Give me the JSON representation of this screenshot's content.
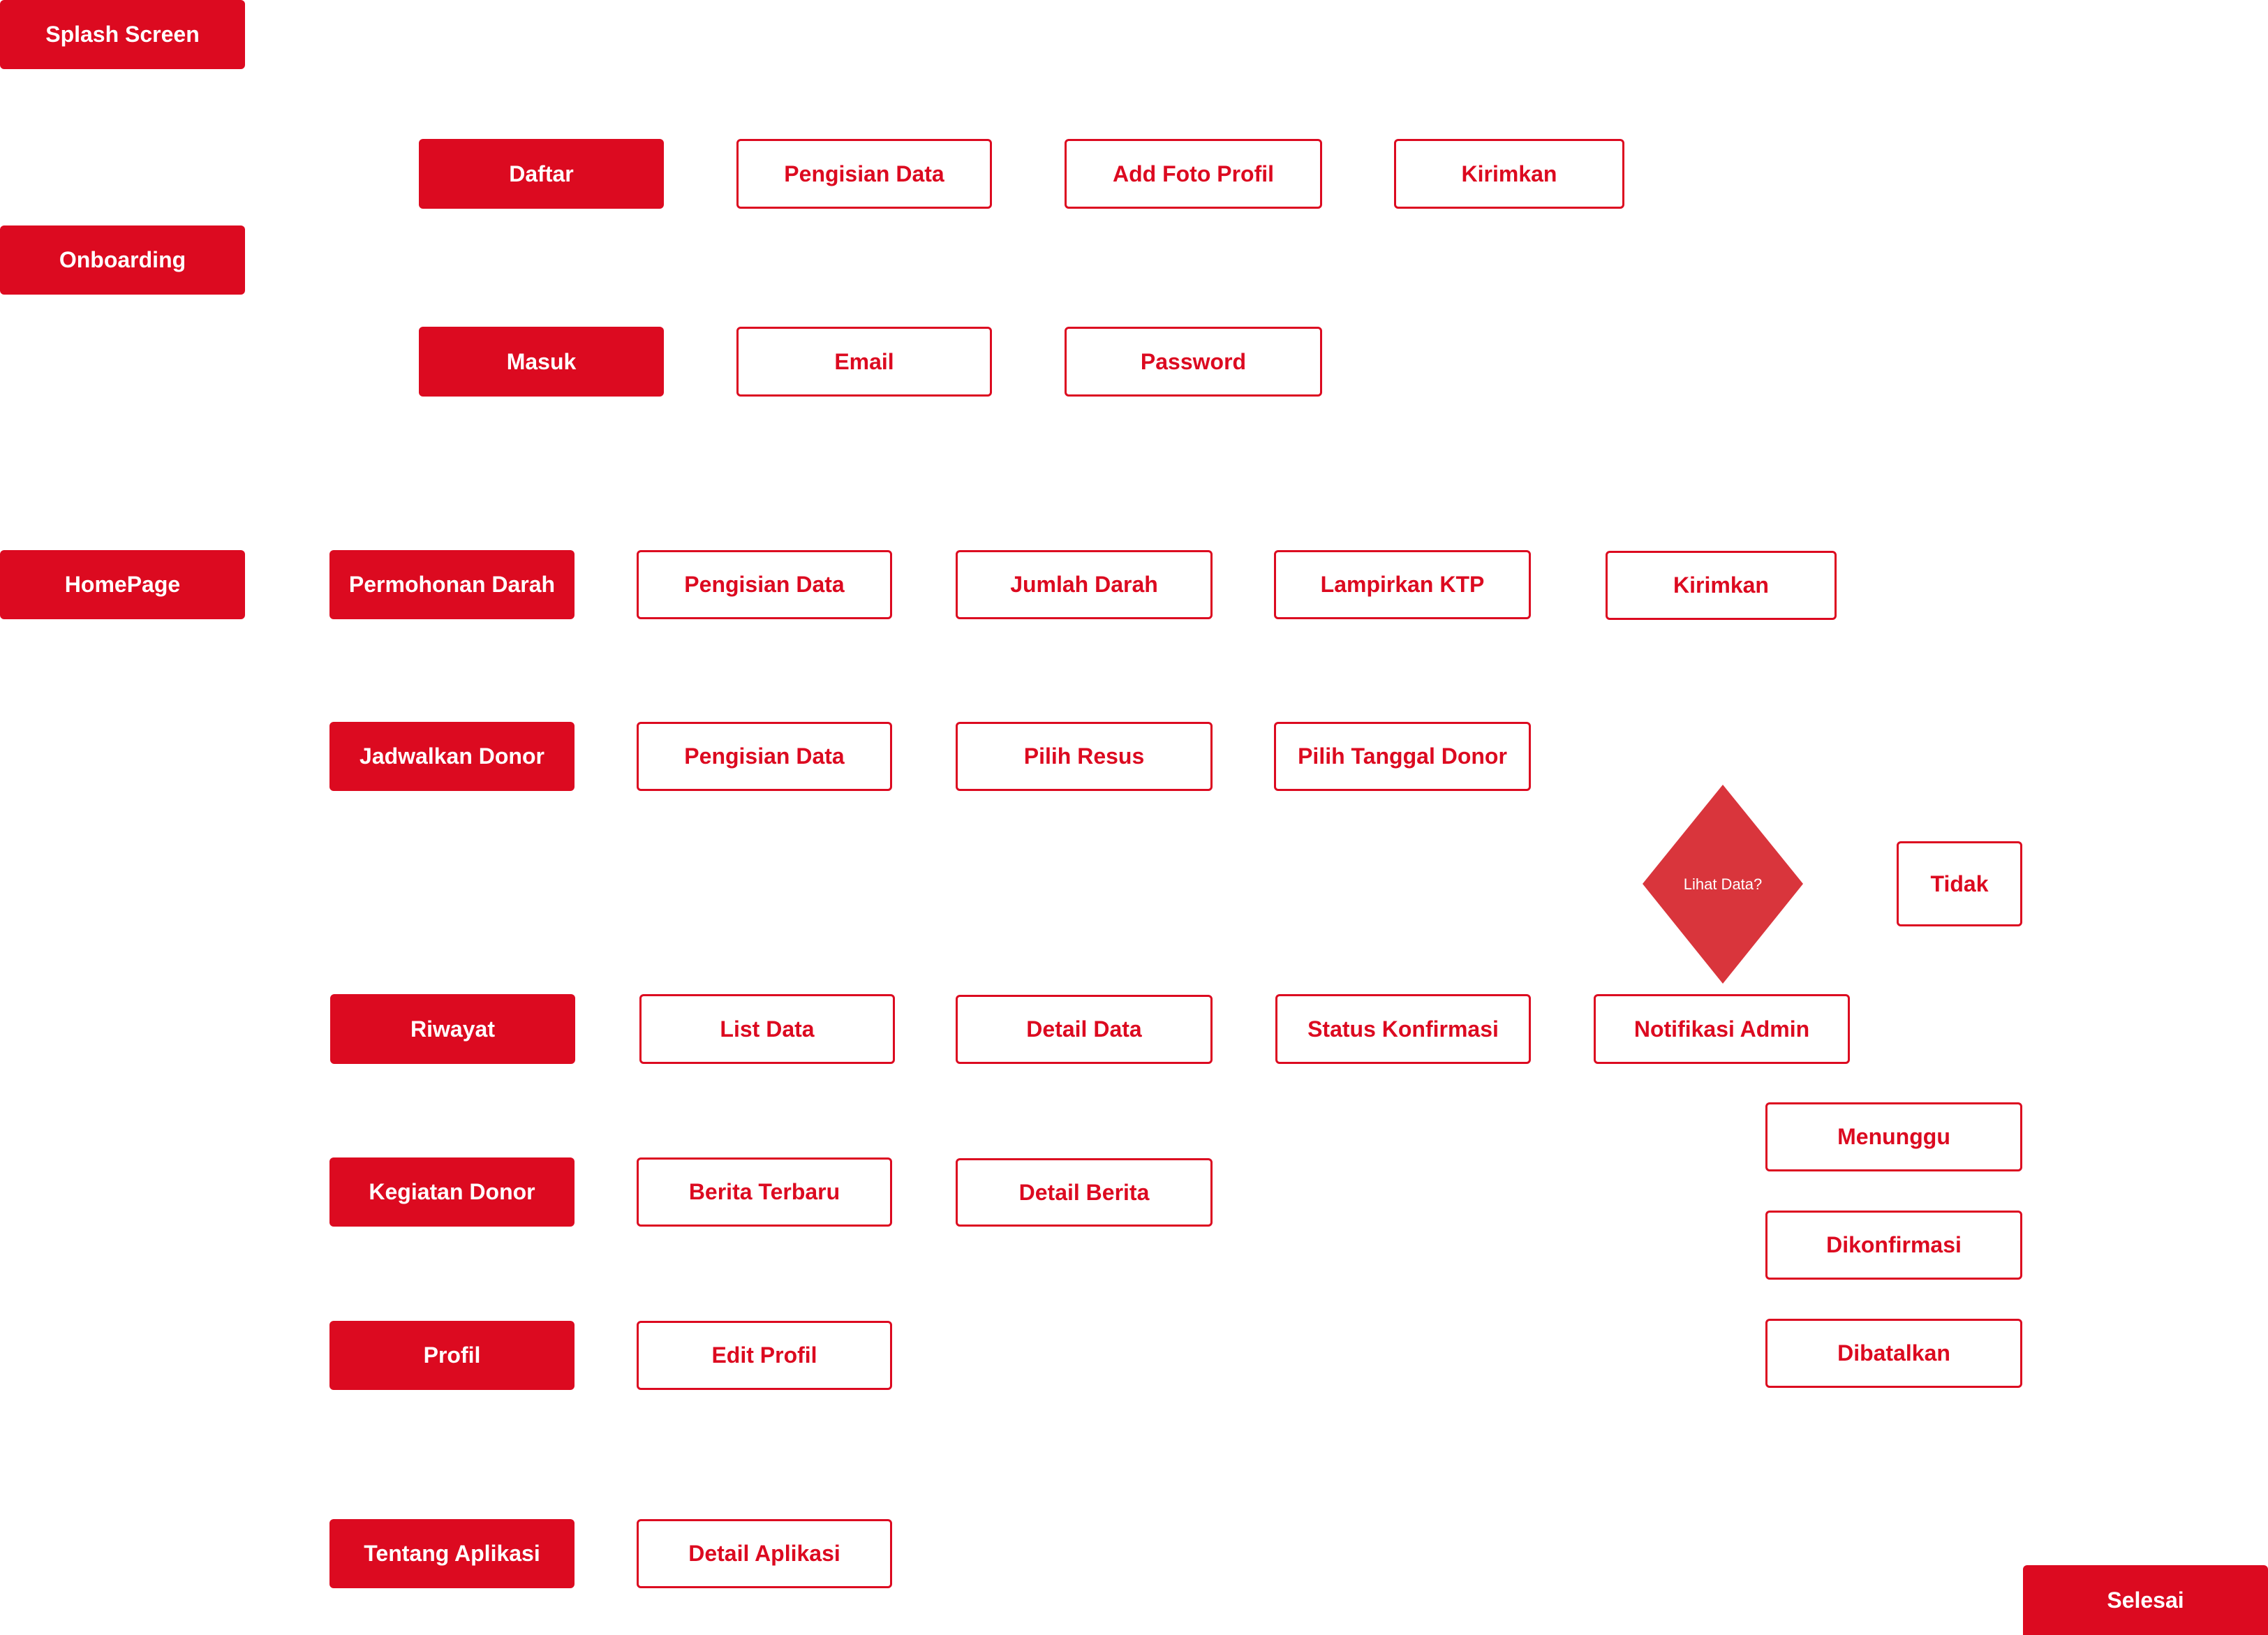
{
  "colors": {
    "primary": "#DC0A20",
    "decision": "#D9353C",
    "background": "#FFFFFF"
  },
  "flow": {
    "splash": "Splash Screen",
    "onboarding": "Onboarding",
    "homepage": "HomePage",
    "finish": "Selesai"
  },
  "auth": {
    "register": {
      "label": "Daftar",
      "steps": [
        "Pengisian Data",
        "Add Foto Profil",
        "Kirimkan"
      ]
    },
    "login": {
      "label": "Masuk",
      "steps": [
        "Email",
        "Password"
      ]
    }
  },
  "home_menu": {
    "permohonan_darah": {
      "label": "Permohonan Darah",
      "steps": [
        "Pengisian Data",
        "Jumlah Darah",
        "Lampirkan KTP",
        "Kirimkan"
      ]
    },
    "jadwalkan_donor": {
      "label": "Jadwalkan Donor",
      "steps": [
        "Pengisian Data",
        "Pilih Resus",
        "Pilih Tanggal Donor"
      ]
    },
    "decision": {
      "question": "Lihat Data?",
      "no": "Tidak"
    },
    "riwayat": {
      "label": "Riwayat",
      "steps": [
        "List Data",
        "Detail Data",
        "Status Konfirmasi",
        "Notifikasi Admin"
      ],
      "statuses": [
        "Menunggu",
        "Dikonfirmasi",
        "Dibatalkan"
      ]
    },
    "kegiatan_donor": {
      "label": "Kegiatan Donor",
      "steps": [
        "Berita Terbaru",
        "Detail Berita"
      ]
    },
    "profil": {
      "label": "Profil",
      "steps": [
        "Edit Profil"
      ]
    },
    "tentang_aplikasi": {
      "label": "Tentang Aplikasi",
      "steps": [
        "Detail Aplikasi"
      ]
    }
  }
}
